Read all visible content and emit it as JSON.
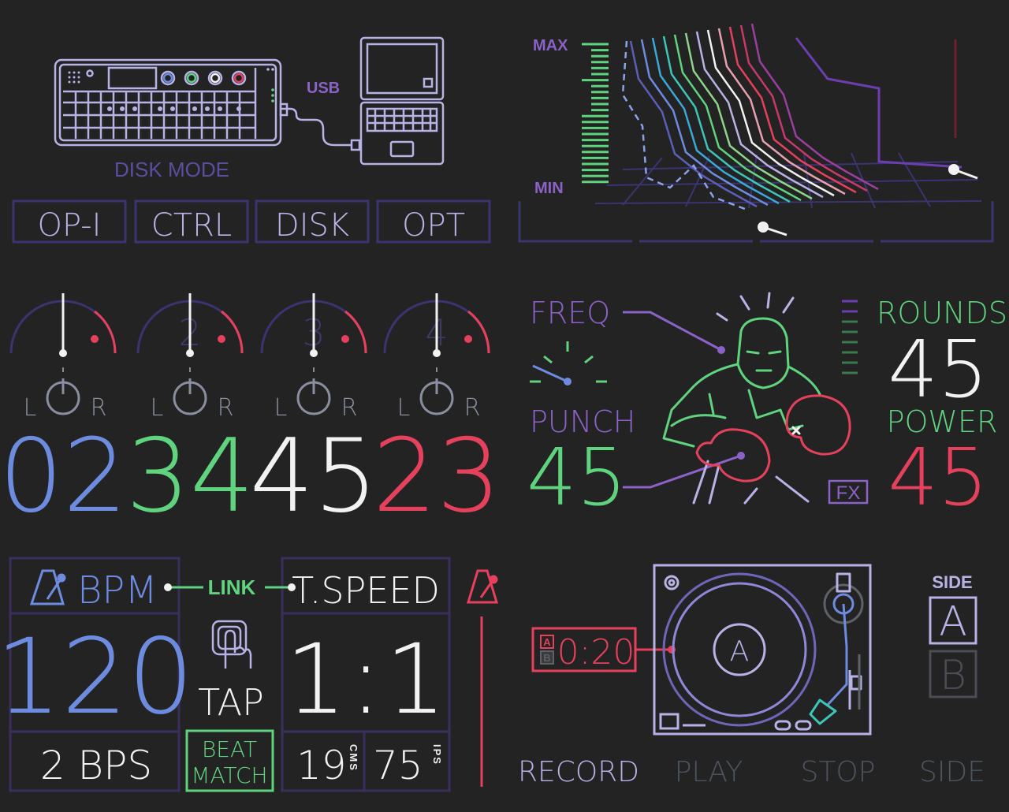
{
  "colors": {
    "background": "#232323",
    "frame": "#3a3470",
    "lavender": "#b7b3e6",
    "purple": "#8b62c8",
    "blue": "#6d8ce0",
    "green": "#5fd37e",
    "white": "#f2f2f2",
    "red": "#e5415c",
    "gray": "#5d6168",
    "teal": "#3cc6b8"
  },
  "disk": {
    "usb_label": "USB",
    "mode_label": "DISK MODE",
    "tabs": [
      "OP-I",
      "CTRL",
      "DISK",
      "OPT"
    ]
  },
  "spectrum": {
    "max_label": "MAX",
    "min_label": "MIN"
  },
  "channels": [
    {
      "number": "1",
      "pan_left": "L",
      "pan_right": "R",
      "value": "02",
      "color": "#6d8ce0"
    },
    {
      "number": "2",
      "pan_left": "L",
      "pan_right": "R",
      "value": "34",
      "color": "#5fd37e"
    },
    {
      "number": "3",
      "pan_left": "L",
      "pan_right": "R",
      "value": "45",
      "color": "#f2f2f2"
    },
    {
      "number": "4",
      "pan_left": "L",
      "pan_right": "R",
      "value": "23",
      "color": "#e5415c"
    }
  ],
  "boxer": {
    "freq_label": "FREQ",
    "punch_label": "PUNCH",
    "punch_value": "45",
    "rounds_label": "ROUNDS",
    "rounds_value": "45",
    "power_label": "POWER",
    "power_value": "45",
    "fx_label": "FX"
  },
  "tempo": {
    "bpm_label": "BPM",
    "bpm_value": "120",
    "bps_value": "2 BPS",
    "link_label": "LINK",
    "tap_label": "TAP",
    "beat_match_line1": "BEAT",
    "beat_match_line2": "MATCH",
    "tspeed_label": "T.SPEED",
    "ratio_value": "1:1",
    "cms_value": "19",
    "cms_unit": "CMS",
    "ips_value": "75",
    "ips_unit": "IPS"
  },
  "turntable": {
    "time_value": "0:20",
    "side_a_mini": "A",
    "side_b_mini": "B",
    "label_letter": "A",
    "side_label": "SIDE",
    "side_a": "A",
    "side_b": "B"
  },
  "transport": {
    "record": "RECORD",
    "play": "PLAY",
    "stop": "STOP",
    "side": "SIDE"
  }
}
